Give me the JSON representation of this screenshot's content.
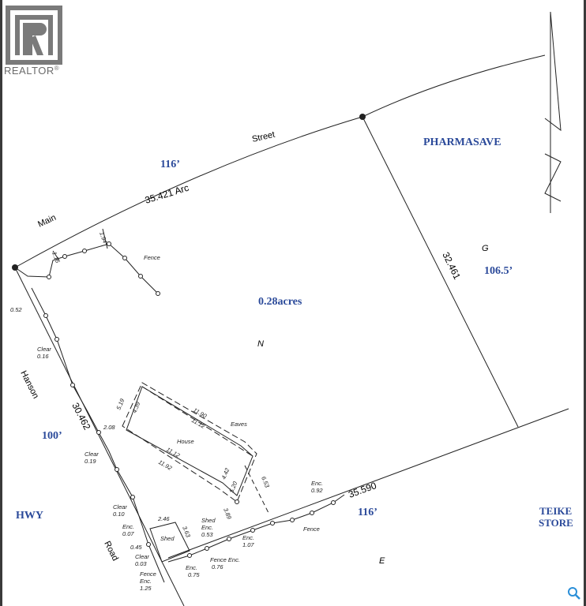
{
  "branding": {
    "wordmark": "REALTOR",
    "registered": "®",
    "brand_color": "#6b6b6b"
  },
  "colors": {
    "label_blue": "#2b4a9a",
    "line": "#222222"
  },
  "icons": {
    "logo": "realtor-logo-icon",
    "north_arrow": "north-arrow-icon",
    "search": "search-icon"
  },
  "streets": {
    "main_a": "Main",
    "main_b": "Street",
    "hanson": "Hanson",
    "hwy": "HWY",
    "road": "Road"
  },
  "businesses": {
    "pharmasave": "PHARMASAVE",
    "teike_1": "TEIKE",
    "teike_2": "STORE"
  },
  "lot": {
    "area": "0.28acres",
    "frontage_top": "116’",
    "frontage_bottom": "116’",
    "side_left": "100’",
    "side_right": "106.5’"
  },
  "survey": {
    "arc": "35.421 Arc",
    "right_dim": "32.461",
    "left_dim": "30.462",
    "bottom_dim": "35.590",
    "letter_g": "G",
    "letter_n": "N",
    "letter_e": "E",
    "d_194": "1.94",
    "d_116": "1.16",
    "d_052": "0.52",
    "fence_top": "Fence",
    "clear_016_a": "Clear",
    "clear_016_b": "0.16",
    "clear_019_a": "Clear",
    "clear_019_b": "0.19",
    "clear_010_a": "Clear",
    "clear_010_b": "0.10",
    "enc_007_a": "Enc.",
    "enc_007_b": "0.07",
    "d_045": "0.45",
    "clear_003_a": "Clear",
    "clear_003_b": "0.03",
    "fence_enc_125_a": "Fence",
    "fence_enc_125_b": "Enc.",
    "fence_enc_125_c": "1.25",
    "enc_075_a": "Enc.",
    "enc_075_b": "0.75",
    "fence_enc_076_a": "Fence Enc.",
    "fence_enc_076_b": "0.76",
    "shed_enc_a": "Shed",
    "shed_enc_b": "Enc.",
    "shed_enc_c": "0.53",
    "enc_107_a": "Enc.",
    "enc_107_b": "1.07",
    "fence_bottom": "Fence",
    "enc_092_a": "Enc.",
    "enc_092_b": "0.92",
    "house": "House",
    "eaves": "Eaves",
    "shed": "Shed",
    "h_519": "5.19",
    "h_439": "4.39",
    "h_1190": "11.90",
    "h_1112a": "11.12",
    "h_208": "2.08",
    "h_1112b": "11.12",
    "h_1192": "11.92",
    "h_442": "4.42",
    "h_520": "5.20",
    "h_653": "6.53",
    "h_389": "3.89",
    "s_246": "2.46",
    "s_363": "3.63"
  }
}
